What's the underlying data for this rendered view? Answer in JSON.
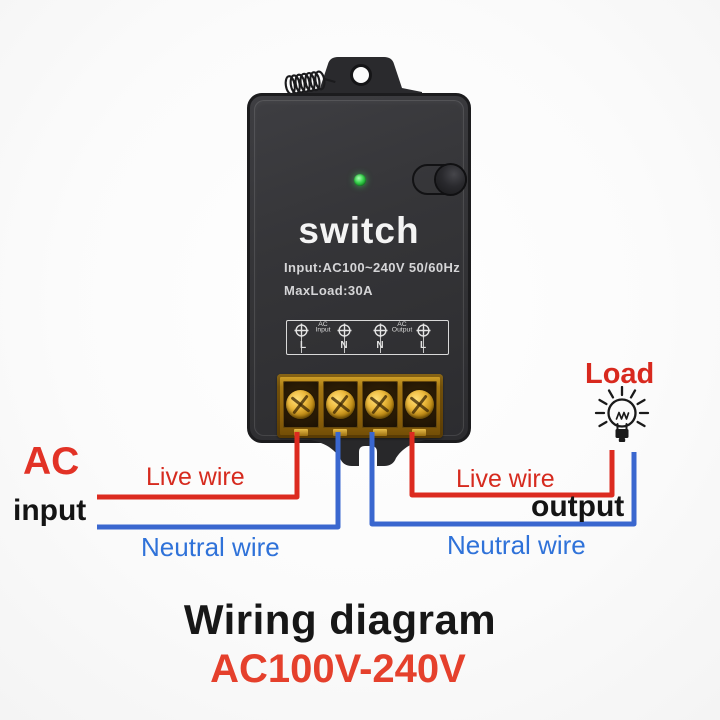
{
  "device": {
    "brand": "switch",
    "spec_line1": "Input:AC100~240V 50/60Hz",
    "spec_line2": "MaxLoad:30A",
    "panel": {
      "input_group_line1": "AC",
      "input_group_line2": "Input",
      "output_group_line1": "AC",
      "output_group_line2": "Output",
      "terminals": [
        "L",
        "N",
        "N",
        "L"
      ]
    }
  },
  "wiring": {
    "ac_label": "AC",
    "input_label": "input",
    "output_label": "output",
    "load_label": "Load",
    "input_live_label": "Live wire",
    "input_neutral_label": "Neutral wire",
    "output_live_label": "Live wire",
    "output_neutral_label": "Neutral wire"
  },
  "title_block": {
    "title": "Wiring diagram",
    "voltage_range": "AC100V-240V"
  },
  "colors": {
    "live_wire_red": "#dc2b20",
    "neutral_wire_blue": "#3a67cf",
    "accent_red_text": "#e23226",
    "led_green": "#35d04a",
    "terminal_brass": "#d9a92c",
    "device_body": "#333337",
    "outline_black": "#1a1a1a"
  }
}
